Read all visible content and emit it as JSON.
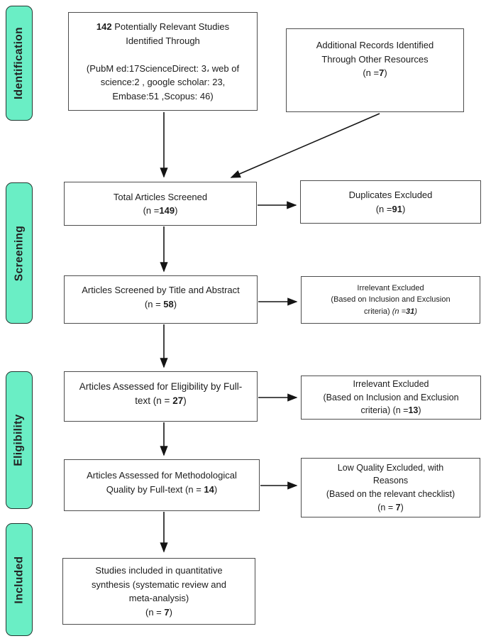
{
  "colors": {
    "sidebar_fill": "#6aeec5",
    "box_border": "#4d4d4d",
    "arrow": "#141414",
    "text": "#1c1c1c"
  },
  "sidebar": {
    "labels": [
      {
        "id": "identification",
        "label": "Identification"
      },
      {
        "id": "screening",
        "label": "Screening"
      },
      {
        "id": "eligibility",
        "label": "Eligibility"
      },
      {
        "id": "included",
        "label": "Included"
      }
    ]
  },
  "boxes": {
    "identified": {
      "lines": [
        [
          {
            "t": "142 ",
            "b": true
          },
          {
            "t": "Potentially Relevant Studies"
          }
        ],
        [
          {
            "t": "Identified Through"
          }
        ],
        [],
        [
          {
            "t": "(PubM ed:17ScienceDirect: 3، web of"
          }
        ],
        [
          {
            "t": "science:2 , google scholar: 23,"
          }
        ],
        [
          {
            "t": "Embase:51 ,Scopus: 46)"
          }
        ]
      ]
    },
    "additional": {
      "lines": [
        [
          {
            "t": "Additional Records Identified"
          }
        ],
        [
          {
            "t": "Through Other Resources"
          }
        ],
        [
          {
            "t": "(n ="
          },
          {
            "t": "7",
            "b": true
          },
          {
            "t": ")"
          }
        ]
      ]
    },
    "total_screened": {
      "lines": [
        [
          {
            "t": "Total Articles Screened"
          }
        ],
        [
          {
            "t": "(n ="
          },
          {
            "t": "149",
            "b": true
          },
          {
            "t": ")"
          }
        ]
      ]
    },
    "duplicates": {
      "lines": [
        [
          {
            "t": "Duplicates Excluded"
          }
        ],
        [
          {
            "t": "(n ="
          },
          {
            "t": "91",
            "b": true
          },
          {
            "t": ")"
          }
        ]
      ]
    },
    "title_abstract": {
      "lines": [
        [
          {
            "t": "Articles Screened by Title and Abstract"
          }
        ],
        [
          {
            "t": "(n = "
          },
          {
            "t": "58",
            "b": true
          },
          {
            "t": ")"
          }
        ]
      ]
    },
    "irrelevant_1": {
      "lines": [
        [
          {
            "t": "Irrelevant Excluded"
          }
        ],
        [
          {
            "t": "(Based on Inclusion and Exclusion"
          }
        ],
        [
          {
            "t": "criteria)  "
          },
          {
            "t": "(n =",
            "i": true
          },
          {
            "t": "31",
            "b": true,
            "i": true
          },
          {
            "t": ")",
            "i": true
          }
        ]
      ]
    },
    "eligibility_full": {
      "lines": [
        [
          {
            "t": "Articles Assessed for Eligibility by Full-"
          }
        ],
        [
          {
            "t": "text (n = "
          },
          {
            "t": "27",
            "b": true
          },
          {
            "t": ")"
          }
        ]
      ]
    },
    "irrelevant_2": {
      "lines": [
        [
          {
            "t": "Irrelevant Excluded"
          }
        ],
        [
          {
            "t": "(Based on Inclusion and Exclusion"
          }
        ],
        [
          {
            "t": "criteria) (n ="
          },
          {
            "t": "13",
            "b": true
          },
          {
            "t": ")"
          }
        ]
      ]
    },
    "methodological": {
      "lines": [
        [
          {
            "t": "Articles Assessed for Methodological"
          }
        ],
        [
          {
            "t": "Quality by Full-text (n = "
          },
          {
            "t": "14",
            "b": true
          },
          {
            "t": ")"
          }
        ]
      ]
    },
    "low_quality": {
      "lines": [
        [
          {
            "t": "Low Quality Excluded, with"
          }
        ],
        [
          {
            "t": "Reasons"
          }
        ],
        [
          {
            "t": "(Based on the relevant checklist)"
          }
        ],
        [
          {
            "t": "(n = "
          },
          {
            "t": "7",
            "b": true
          },
          {
            "t": ")"
          }
        ]
      ]
    },
    "included_final": {
      "lines": [
        [
          {
            "t": "Studies included in quantitative"
          }
        ],
        [
          {
            "t": "synthesis (systematic review and"
          }
        ],
        [
          {
            "t": "meta-analysis)"
          }
        ],
        [
          {
            "t": "(n = "
          },
          {
            "t": "7",
            "b": true
          },
          {
            "t": ")"
          }
        ]
      ]
    }
  }
}
